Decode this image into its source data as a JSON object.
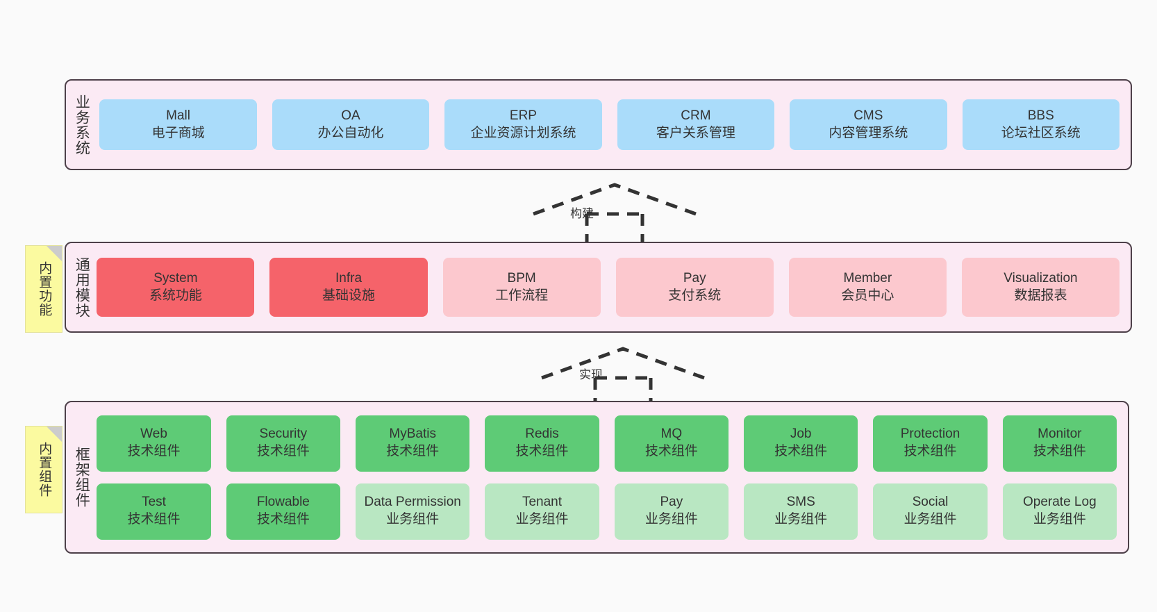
{
  "diagram": {
    "background_color": "#fafafa",
    "layer_fill": "#fbeaf4",
    "layer_border": "#4d4049",
    "note_fill": "#fbfaa0"
  },
  "layers": [
    {
      "id": "business",
      "title": "业务系统",
      "card_color": "#aadcfa",
      "rows": [
        {
          "cards": [
            {
              "name": "Mall",
              "desc": "电子商城"
            },
            {
              "name": "OA",
              "desc": "办公自动化"
            },
            {
              "name": "ERP",
              "desc": "企业资源计划系统"
            },
            {
              "name": "CRM",
              "desc": "客户关系管理"
            },
            {
              "name": "CMS",
              "desc": "内容管理系统"
            },
            {
              "name": "BBS",
              "desc": "论坛社区系统"
            }
          ]
        }
      ]
    },
    {
      "id": "common",
      "title": "通用模块",
      "note": "内置功能",
      "rows": [
        {
          "cards": [
            {
              "name": "System",
              "desc": "系统功能",
              "color": "#f5636a"
            },
            {
              "name": "Infra",
              "desc": "基础设施",
              "color": "#f5636a"
            },
            {
              "name": "BPM",
              "desc": "工作流程",
              "color": "#fcc8ce"
            },
            {
              "name": "Pay",
              "desc": "支付系统",
              "color": "#fcc8ce"
            },
            {
              "name": "Member",
              "desc": "会员中心",
              "color": "#fcc8ce"
            },
            {
              "name": "Visualization",
              "desc": "数据报表",
              "color": "#fcc8ce"
            }
          ]
        }
      ]
    },
    {
      "id": "framework",
      "title": "框架组件",
      "note": "内置组件",
      "rows": [
        {
          "cards": [
            {
              "name": "Web",
              "desc": "技术组件",
              "color": "#5ecb76"
            },
            {
              "name": "Security",
              "desc": "技术组件",
              "color": "#5ecb76"
            },
            {
              "name": "MyBatis",
              "desc": "技术组件",
              "color": "#5ecb76"
            },
            {
              "name": "Redis",
              "desc": "技术组件",
              "color": "#5ecb76"
            },
            {
              "name": "MQ",
              "desc": "技术组件",
              "color": "#5ecb76"
            },
            {
              "name": "Job",
              "desc": "技术组件",
              "color": "#5ecb76"
            },
            {
              "name": "Protection",
              "desc": "技术组件",
              "color": "#5ecb76"
            },
            {
              "name": "Monitor",
              "desc": "技术组件",
              "color": "#5ecb76"
            }
          ]
        },
        {
          "cards": [
            {
              "name": "Test",
              "desc": "技术组件",
              "color": "#5ecb76"
            },
            {
              "name": "Flowable",
              "desc": "技术组件",
              "color": "#5ecb76"
            },
            {
              "name": "Data Permission",
              "desc": "业务组件",
              "color": "#b9e7c2"
            },
            {
              "name": "Tenant",
              "desc": "业务组件",
              "color": "#b9e7c2"
            },
            {
              "name": "Pay",
              "desc": "业务组件",
              "color": "#b9e7c2"
            },
            {
              "name": "SMS",
              "desc": "业务组件",
              "color": "#b9e7c2"
            },
            {
              "name": "Social",
              "desc": "业务组件",
              "color": "#b9e7c2"
            },
            {
              "name": "Operate Log",
              "desc": "业务组件",
              "color": "#b9e7c2"
            }
          ]
        }
      ]
    }
  ],
  "connectors": [
    {
      "id": "build",
      "label": "构建",
      "from": "common",
      "to": "business",
      "style": "dashed-generalization"
    },
    {
      "id": "impl",
      "label": "实现",
      "from": "framework",
      "to": "common",
      "style": "dashed-generalization"
    }
  ]
}
